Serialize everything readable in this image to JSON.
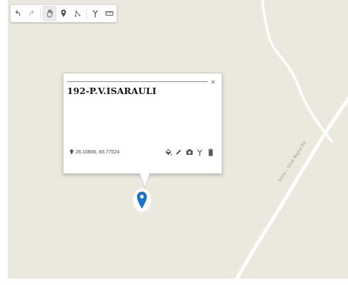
{
  "toolbar": {
    "buttons": [
      {
        "id": "undo",
        "icon": "undo-icon"
      },
      {
        "id": "redo",
        "icon": "redo-icon"
      },
      {
        "id": "pan",
        "icon": "hand-icon"
      },
      {
        "id": "marker",
        "icon": "marker-icon"
      },
      {
        "id": "line",
        "icon": "line-icon"
      },
      {
        "id": "route",
        "icon": "route-icon"
      },
      {
        "id": "measure",
        "icon": "ruler-icon"
      }
    ]
  },
  "popup": {
    "title": "192-P.V.ISARAULI",
    "close_label": "×",
    "coordinates": "26.10806, 83.77024",
    "actions": [
      "paint-bucket-icon",
      "pencil-icon",
      "camera-icon",
      "route-icon",
      "trash-icon"
    ]
  },
  "map": {
    "road_label": "Sonu - Ghat Bigha Rd",
    "colors": {
      "land": "#ebe8de",
      "road": "#ffffff",
      "marker": "#1a73c8"
    }
  }
}
